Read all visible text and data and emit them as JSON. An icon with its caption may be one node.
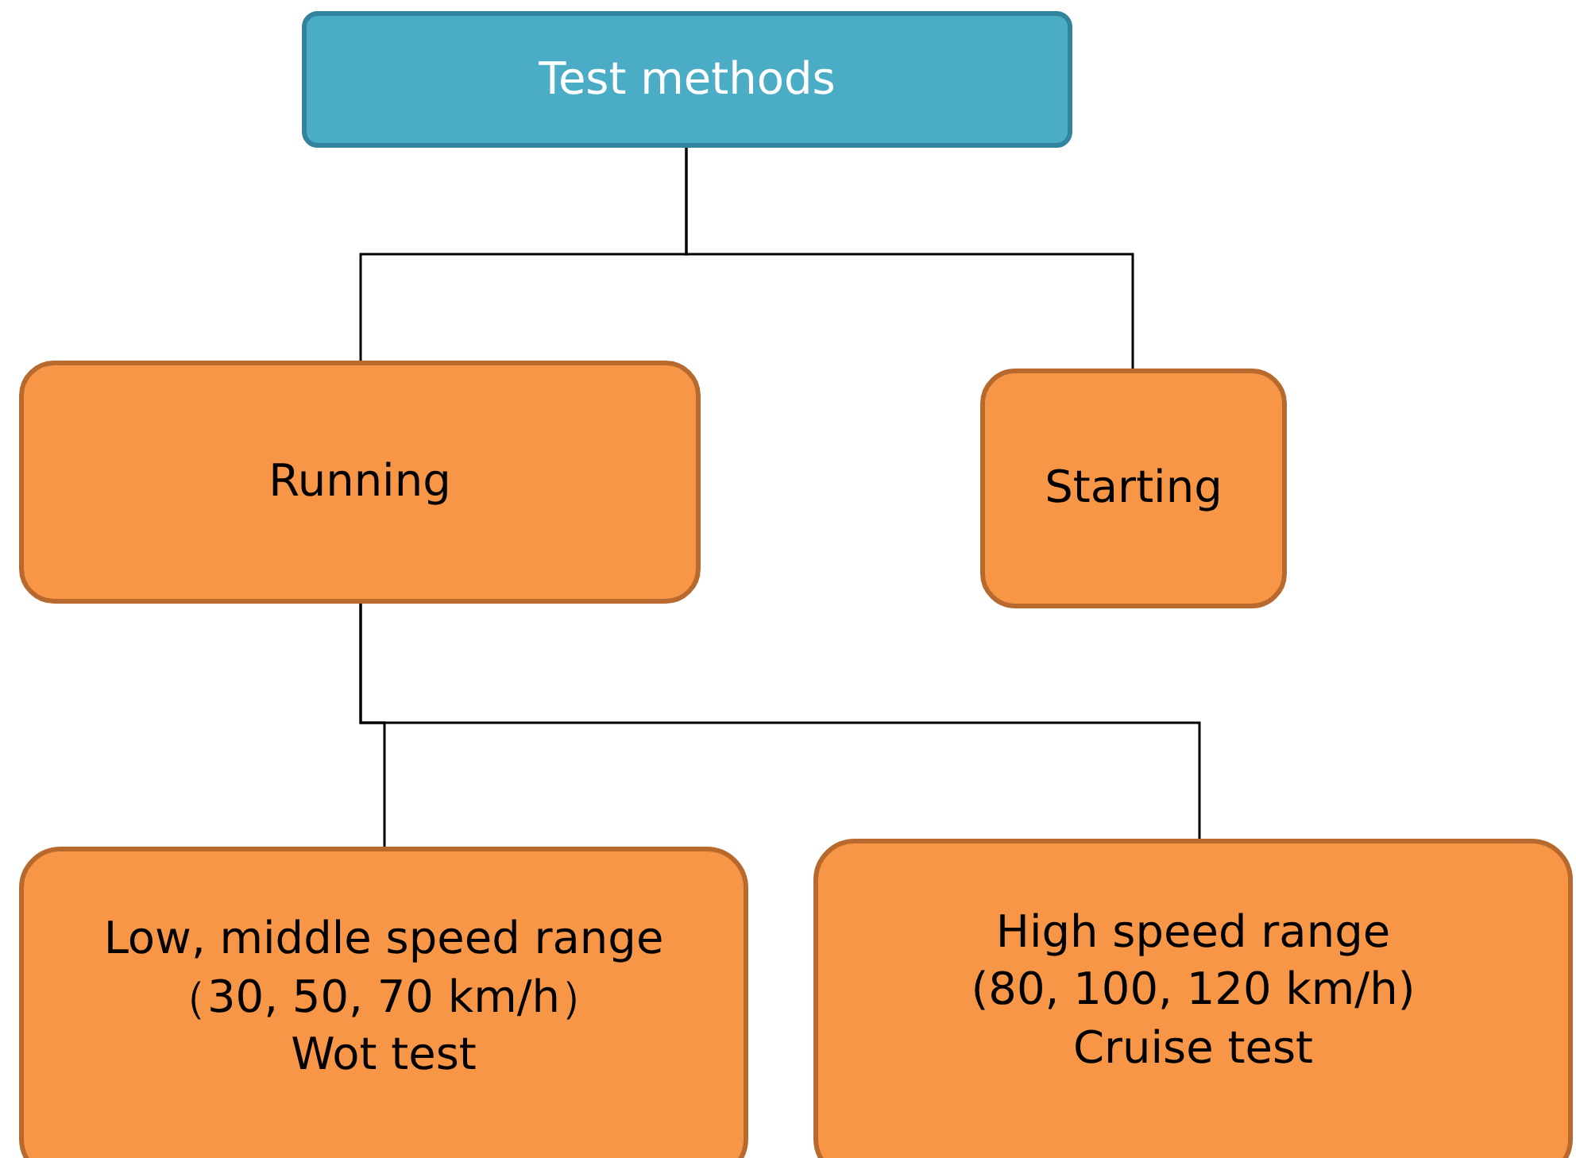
{
  "diagram": {
    "nodes": [
      {
        "text": [
          "Test methods"
        ]
      },
      {
        "text": [
          "Running"
        ]
      },
      {
        "text": [
          "Starting"
        ]
      },
      {
        "text": [
          "Low, middle speed range",
          "（30, 50, 70 km/h）",
          "Wot test"
        ]
      },
      {
        "text": [
          "High speed range",
          "(80, 100, 120 km/h)",
          "Cruise test"
        ]
      }
    ],
    "edges": [
      {
        "from": 0,
        "to": 1,
        "arrow": "none"
      },
      {
        "from": 0,
        "to": 2,
        "arrow": "none"
      },
      {
        "from": 1,
        "to": 3,
        "arrow": "none"
      },
      {
        "from": 1,
        "to": 4,
        "arrow": "none"
      }
    ]
  }
}
